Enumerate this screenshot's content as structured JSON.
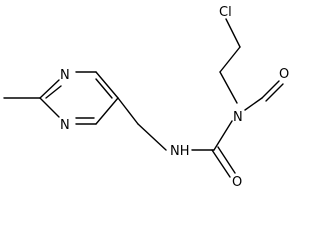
{
  "structure": {
    "atoms": {
      "n_ring_top": "N",
      "n_ring_bottom": "N",
      "nh": "NH",
      "n_nitroso": "N",
      "o_nitroso": "O",
      "o_carbonyl": "O",
      "cl": "Cl"
    }
  },
  "colors": {
    "line": "#000000",
    "background": "#ffffff"
  }
}
